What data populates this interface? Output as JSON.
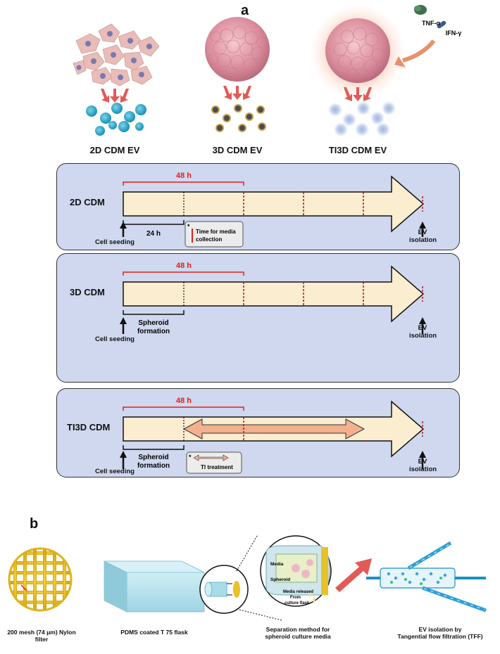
{
  "panel_a": {
    "letter": "a",
    "stim": {
      "cytokine_1": "TNF-α",
      "cytokine_2": "IFN-γ"
    },
    "ev_types": [
      {
        "label": "2D CDM EV"
      },
      {
        "label": "3D CDM EV"
      },
      {
        "label": "TI3D CDM EV"
      }
    ],
    "timelines": [
      {
        "name": "2D CDM",
        "duration_label": "48 h",
        "bracket_label": "24 h",
        "seeding_label": "Cell seeding",
        "ev_label_1": "EV",
        "ev_label_2": "isolation",
        "legend": {
          "asterisk": "*",
          "text_1": "Time for media",
          "text_2": "collection"
        }
      },
      {
        "name": "3D CDM",
        "duration_label": "48 h",
        "bracket_label_1": "Spheroid",
        "bracket_label_2": "formation",
        "seeding_label": "Cell seeding",
        "ev_label_1": "EV",
        "ev_label_2": "isolation"
      },
      {
        "name": "TI3D CDM",
        "duration_label": "48 h",
        "bracket_label_1": "Spheroid",
        "bracket_label_2": "formation",
        "seeding_label": "Cell seeding",
        "ev_label_1": "EV",
        "ev_label_2": "isolation",
        "legend": {
          "asterisk": "*",
          "text_1": "TI treatment"
        }
      }
    ]
  },
  "panel_b": {
    "letter": "b",
    "items": [
      {
        "caption_1": "200 mesh (74 μm) Nylon filter"
      },
      {
        "caption_1": "PDMS coated T 75 flask"
      },
      {
        "caption_1": "Separation method for",
        "caption_2": "spheroid culture media"
      },
      {
        "caption_1": "EV isolation by",
        "caption_2": "Tangential flow filtration (TFF)"
      }
    ],
    "zoom_labels": {
      "media": "Media",
      "spheroid": "Spheroid",
      "released_1": "Media released",
      "released_2": "From",
      "released_3": "culture flask"
    }
  },
  "colors": {
    "panel_bg": "#cfd8ef",
    "arrow_fill": "#fbedd0",
    "red_accent": "#e0201a",
    "ti_arrow": "#f2b08e",
    "cell_pink": "#e7b5b3",
    "ev_blue": "#1fa6c9",
    "filter_yellow": "#f2c420",
    "flask_blue": "#a9dcea"
  }
}
